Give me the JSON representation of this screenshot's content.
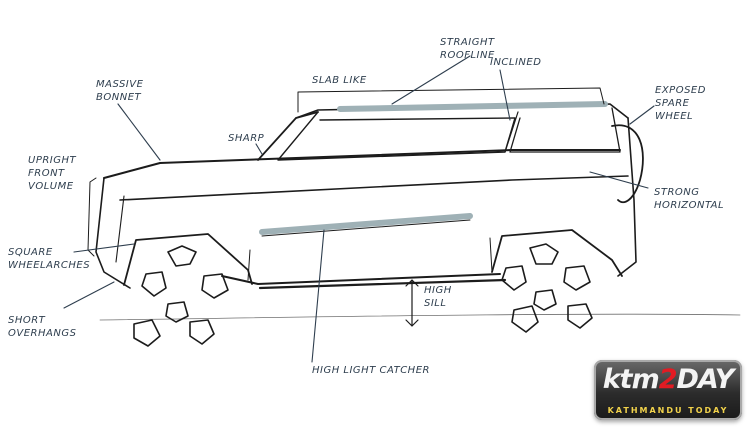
{
  "annotations": {
    "straight_roofline": "STRAIGHT\nROOFLINE",
    "slab_like": "SLAB LIKE",
    "inclined": "INCLINED",
    "massive_bonnet": "MASSIVE\nBONNET",
    "exposed_spare_wheel": "EXPOSED\nSPARE\nWHEEL",
    "sharp": "SHARP",
    "upright_front_volume": "UPRIGHT\nFRONT\nVOLUME",
    "strong_horizontal": "STRONG\nHORIZONTAL",
    "square_wheelarches": "SQUARE\nWHEELARCHES",
    "high_sill": "HIGH\nSILL",
    "short_overhangs": "SHORT\nOVERHANGS",
    "high_light_catcher": "HIGH LIGHT CATCHER"
  },
  "watermark": {
    "brand_main": "ktm",
    "brand_accent": "2",
    "brand_rest": "DAY",
    "tagline": "KATHMANDU TODAY"
  },
  "colors": {
    "ink": "#1c1c1c",
    "annotation": "#2e3e4e",
    "highlight": "#9fb1b6",
    "brand_red": "#e31b23",
    "brand_gold": "#f1d24b"
  }
}
